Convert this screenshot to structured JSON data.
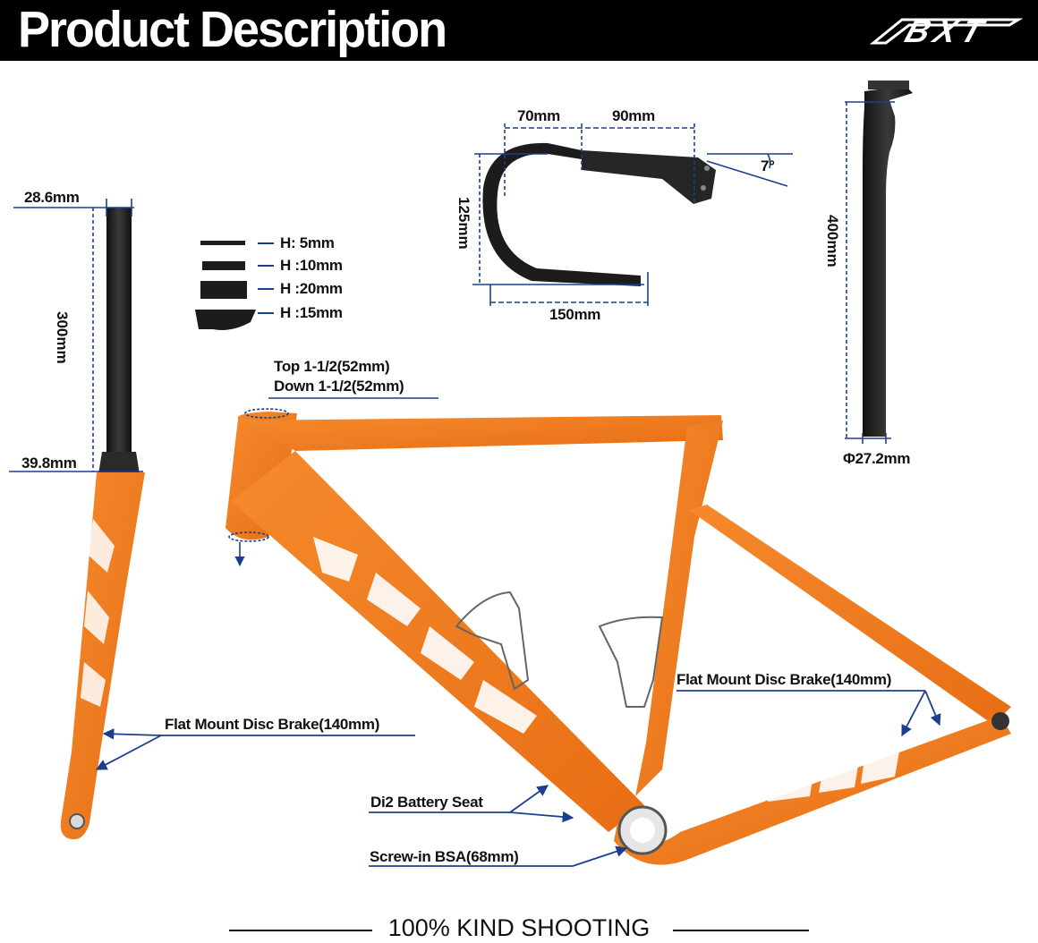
{
  "header": {
    "title": "Product Description",
    "logo_text": "BXT"
  },
  "fork": {
    "top_diameter": "28.6mm",
    "steerer_length": "300mm",
    "bottom_diameter": "39.8mm",
    "brake_mount": "Flat Mount Disc Brake(140mm)"
  },
  "spacers": [
    {
      "label": "H: 5mm"
    },
    {
      "label": "H :10mm"
    },
    {
      "label": "H :20mm"
    },
    {
      "label": "H :15mm"
    }
  ],
  "handlebar": {
    "width_left": "70mm",
    "width_right": "90mm",
    "angle": "7°",
    "drop": "125mm",
    "reach": "150mm"
  },
  "seatpost": {
    "length": "400mm",
    "diameter": "Φ27.2mm"
  },
  "frame": {
    "headset_top": "Top 1-1/2(52mm)",
    "headset_down": "Down 1-1/2(52mm)",
    "rear_brake": "Flat Mount Disc Brake(140mm)",
    "di2_seat": "Di2 Battery Seat",
    "bottom_bracket": "Screw-in BSA(68mm)"
  },
  "footer": {
    "text": "100% KIND SHOOTING"
  },
  "colors": {
    "frame_orange": "#F07A1E",
    "annotation_blue": "#1B3F8F",
    "carbon_black": "#1c1c1c"
  }
}
